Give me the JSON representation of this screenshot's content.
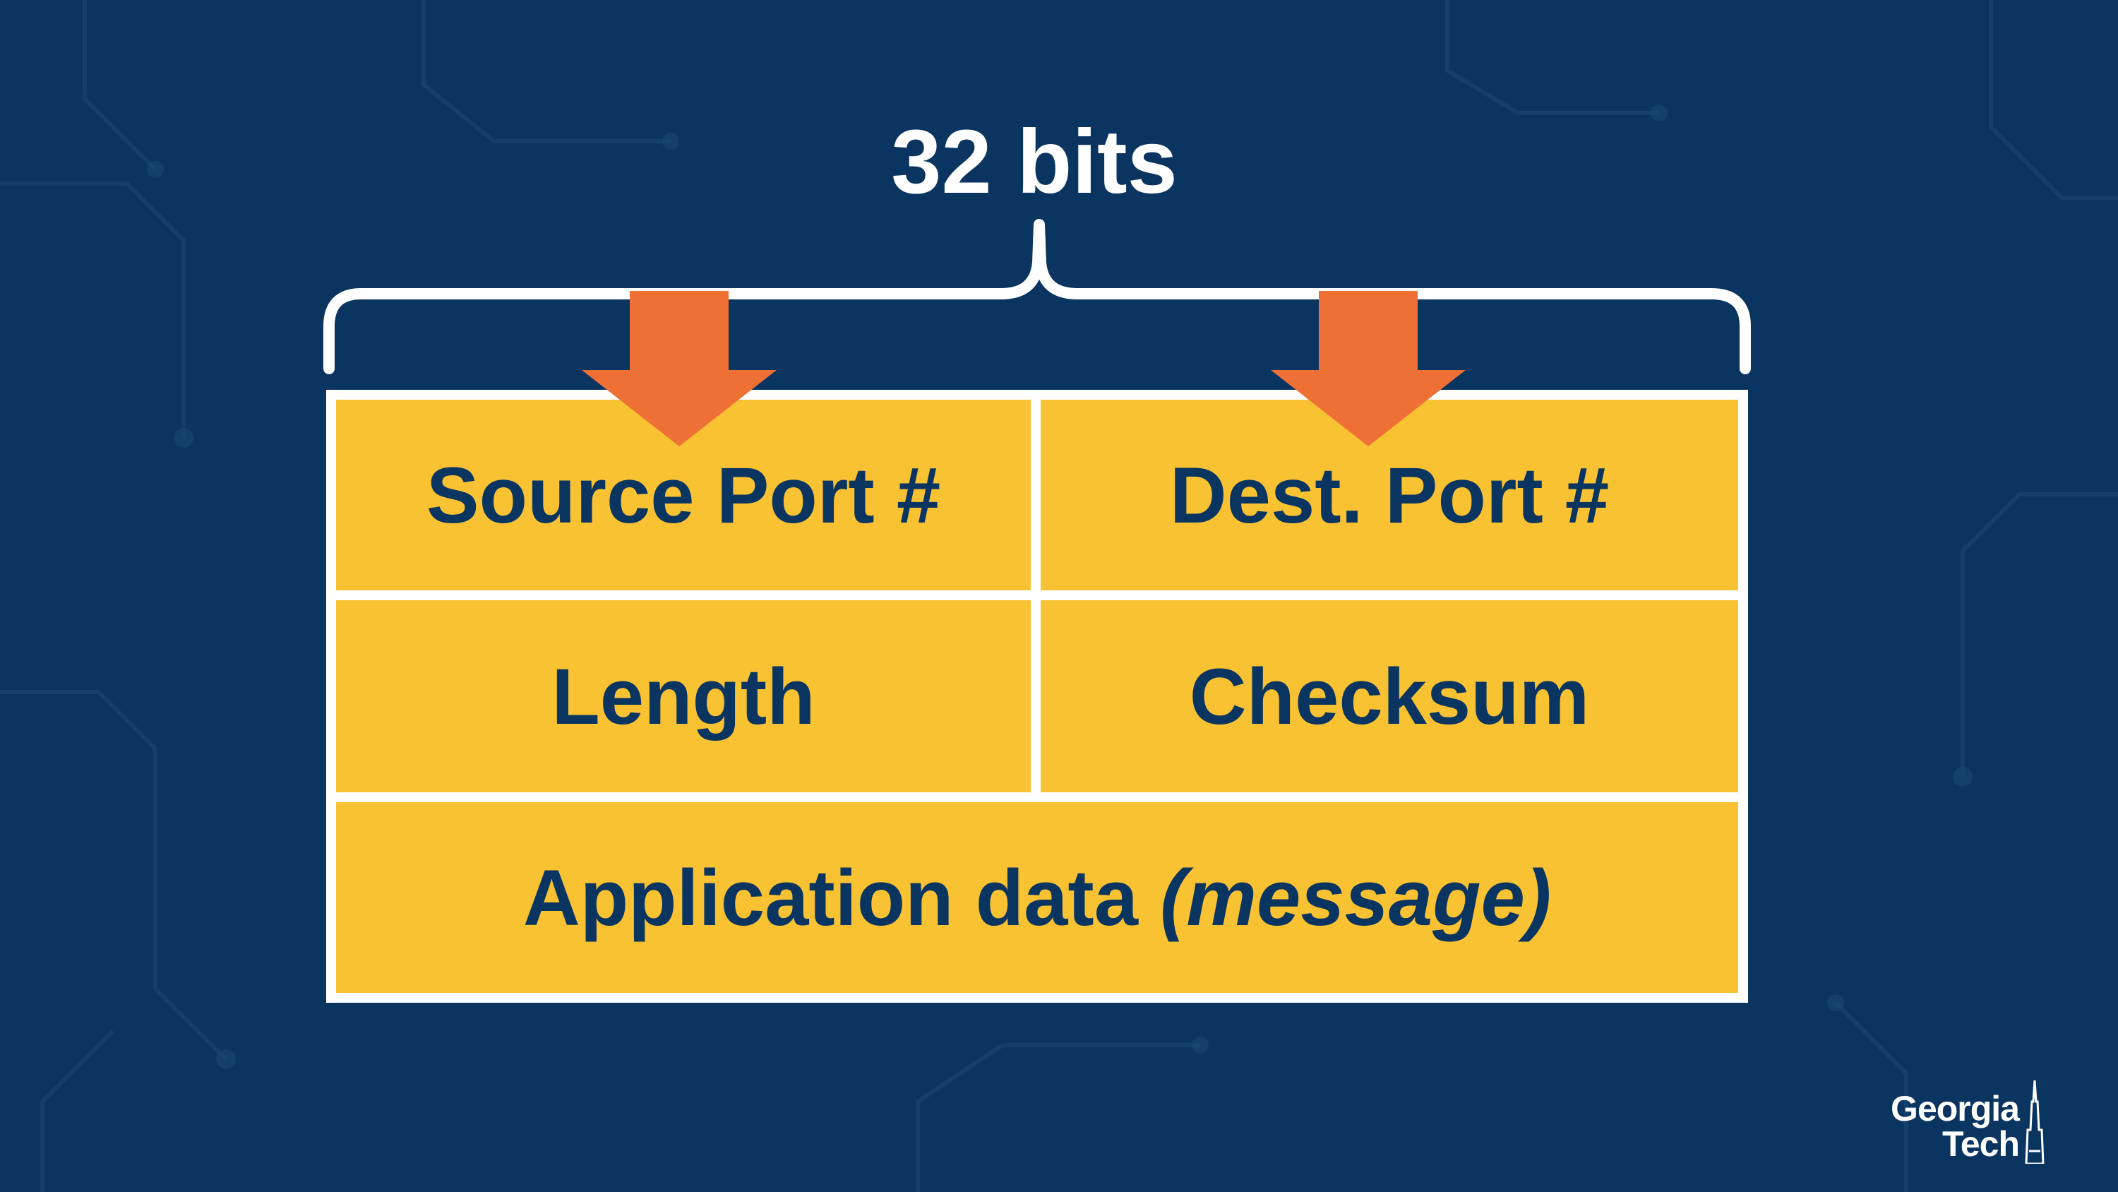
{
  "diagram": {
    "width_label": "32 bits",
    "fields": {
      "source_port": "Source Port #",
      "dest_port": "Dest. Port #",
      "length": "Length",
      "checksum": "Checksum",
      "app_data": "Application data",
      "app_data_note": "(message)"
    }
  },
  "branding": {
    "logo_line1": "Georgia",
    "logo_line2": "Tech"
  },
  "colors": {
    "background": "#0b3561",
    "field_fill": "#f8c233",
    "field_text": "#0b3561",
    "arrow": "#ef7035",
    "border": "#ffffff"
  },
  "icons": {
    "arrows": [
      "arrow-down-icon",
      "arrow-down-icon"
    ],
    "brace": "curly-brace-icon",
    "logo": "tech-tower-icon"
  }
}
